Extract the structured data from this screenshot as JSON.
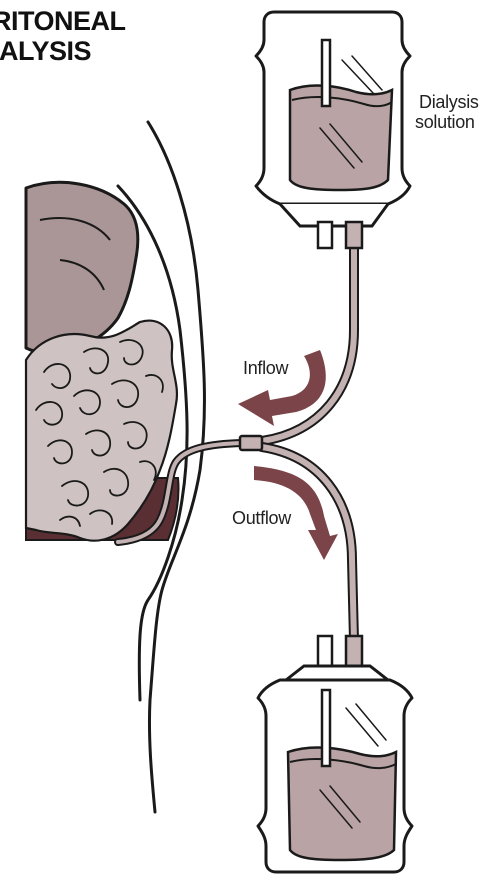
{
  "title": {
    "line1": "RITONEAL",
    "line2": "IALYSIS"
  },
  "labels": {
    "solution_line1": "Dialysis",
    "solution_line2": "solution",
    "inflow": "Inflow",
    "outflow": "Outflow"
  },
  "colors": {
    "outline": "#1a1a1a",
    "fluid": "#b9a3a4",
    "organ": "#aa9696",
    "intestine": "#cfc2c2",
    "peritoneal_fluid": "#5a2f33",
    "arrow": "#7a4449",
    "tube_fill": "#c4b2b3"
  }
}
